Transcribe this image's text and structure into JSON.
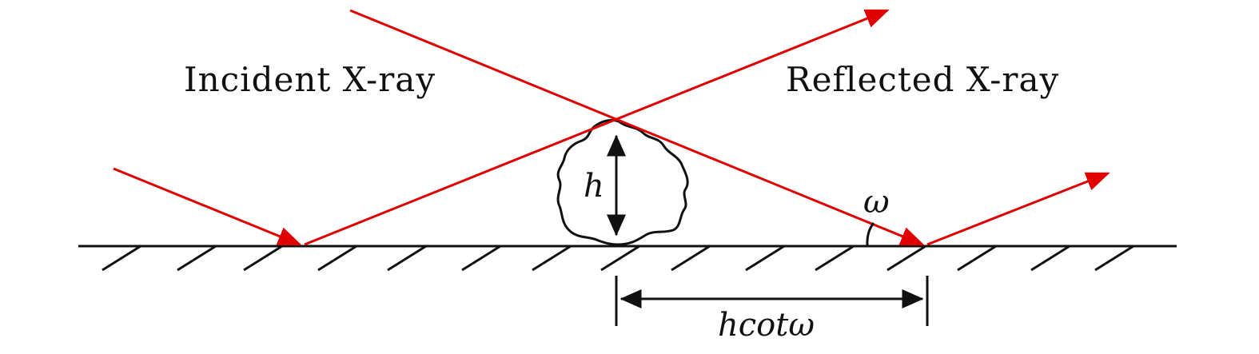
{
  "labels": {
    "incident": "Incident X-ray",
    "reflected": "Reflected X-ray",
    "height": "h",
    "angle": "ω",
    "offset": "hcotω"
  },
  "colors": {
    "ray": "#e00000",
    "line": "#111111",
    "background": "#ffffff"
  }
}
